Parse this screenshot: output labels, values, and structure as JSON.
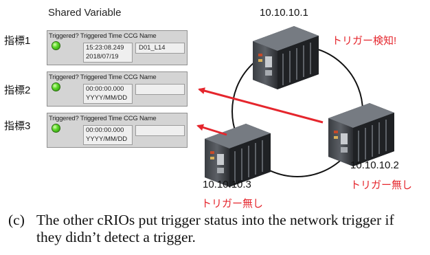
{
  "title": "Shared Variable",
  "indicators": [
    {
      "label": "指標1",
      "time": "15:23:08.249",
      "date": "2018/07/19",
      "name": "D01_L14"
    },
    {
      "label": "指標2",
      "time": "00:00:00.000",
      "date": "YYYY/MM/DD",
      "name": ""
    },
    {
      "label": "指標3",
      "time": "00:00:00.000",
      "date": "YYYY/MM/DD",
      "name": ""
    }
  ],
  "panel_header": "Triggered? Triggered Time CCG Name",
  "nodes": [
    {
      "ip": "10.10.10.1",
      "status": "トリガー検知!"
    },
    {
      "ip": "10.10.10.2",
      "status": "トリガー無し"
    },
    {
      "ip": "10.10.10.3",
      "status": "トリガー無し"
    }
  ],
  "caption": {
    "label": "(c)",
    "text": "The other cRIOs put trigger status into the network trigger if they didn’t detect a trigger."
  },
  "colors": {
    "arrow": "#e5262d",
    "trigger_text": "#e5262d",
    "led": "#5cd829",
    "panel": "#d4d4d4"
  }
}
